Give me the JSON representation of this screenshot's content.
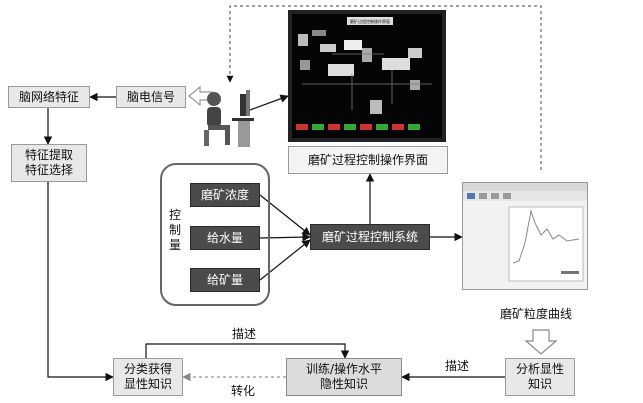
{
  "nodes": {
    "brain_network": "脑网络特征",
    "eeg_signal": "脑电信号",
    "feature": [
      "特征提取",
      "特征选择"
    ],
    "concentration": "磨矿浓度",
    "water": "给水量",
    "ore": "给矿量",
    "control_system": "磨矿过程控制系统",
    "classify": [
      "分类获得",
      "显性知识"
    ],
    "train": [
      "训练/操作水平",
      "隐性知识"
    ],
    "analyze": [
      "分析显性",
      "知识"
    ]
  },
  "labels": {
    "control_vars": "控\n制\n量",
    "hmi_caption": "磨矿过程控制操作界面",
    "curve_caption": "磨矿粒度曲线",
    "describe_top": "描述",
    "describe_right": "描述",
    "transform": "转化"
  },
  "hmi": {
    "title_bar": "磨矿过程控制操作界面"
  },
  "colors": {
    "dark_box": "#4b4b4b",
    "light_box": "#e8e8e8",
    "line": "#111111",
    "dashed": "#444444"
  }
}
